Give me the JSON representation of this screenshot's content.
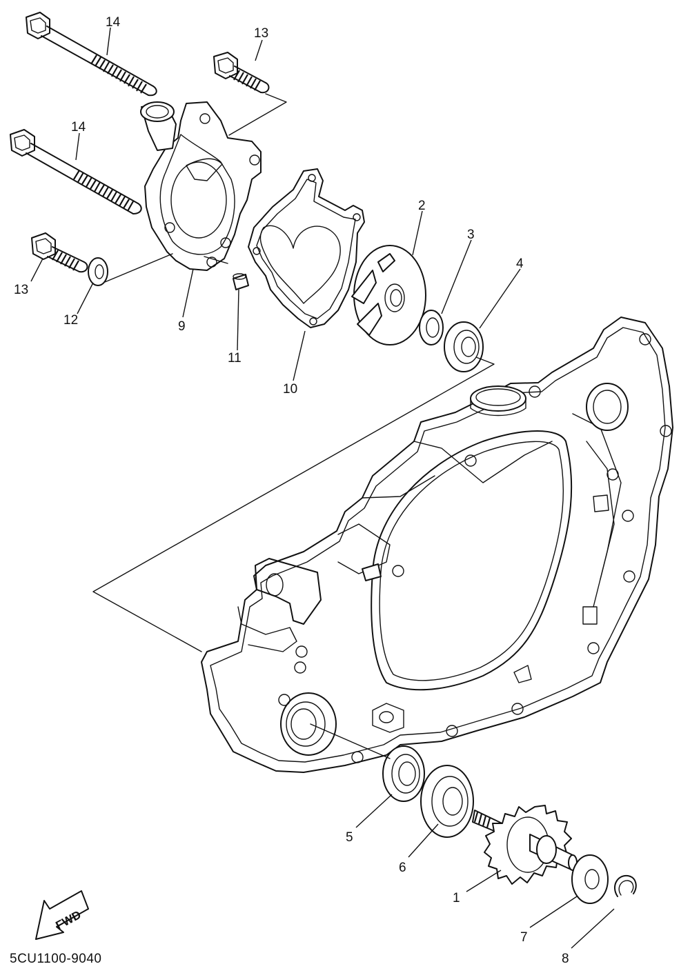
{
  "callouts": [
    {
      "id": "1",
      "label": "1"
    },
    {
      "id": "2",
      "label": "2"
    },
    {
      "id": "3",
      "label": "3"
    },
    {
      "id": "4",
      "label": "4"
    },
    {
      "id": "5",
      "label": "5"
    },
    {
      "id": "6",
      "label": "6"
    },
    {
      "id": "7",
      "label": "7"
    },
    {
      "id": "8",
      "label": "8"
    },
    {
      "id": "9",
      "label": "9"
    },
    {
      "id": "10",
      "label": "10"
    },
    {
      "id": "11",
      "label": "11"
    },
    {
      "id": "12",
      "label": "12"
    },
    {
      "id": "13a",
      "label": "13"
    },
    {
      "id": "13b",
      "label": "13"
    },
    {
      "id": "14a",
      "label": "14"
    },
    {
      "id": "14b",
      "label": "14"
    }
  ],
  "fwd_label": "FWD",
  "part_code": "5CU1100-9040"
}
